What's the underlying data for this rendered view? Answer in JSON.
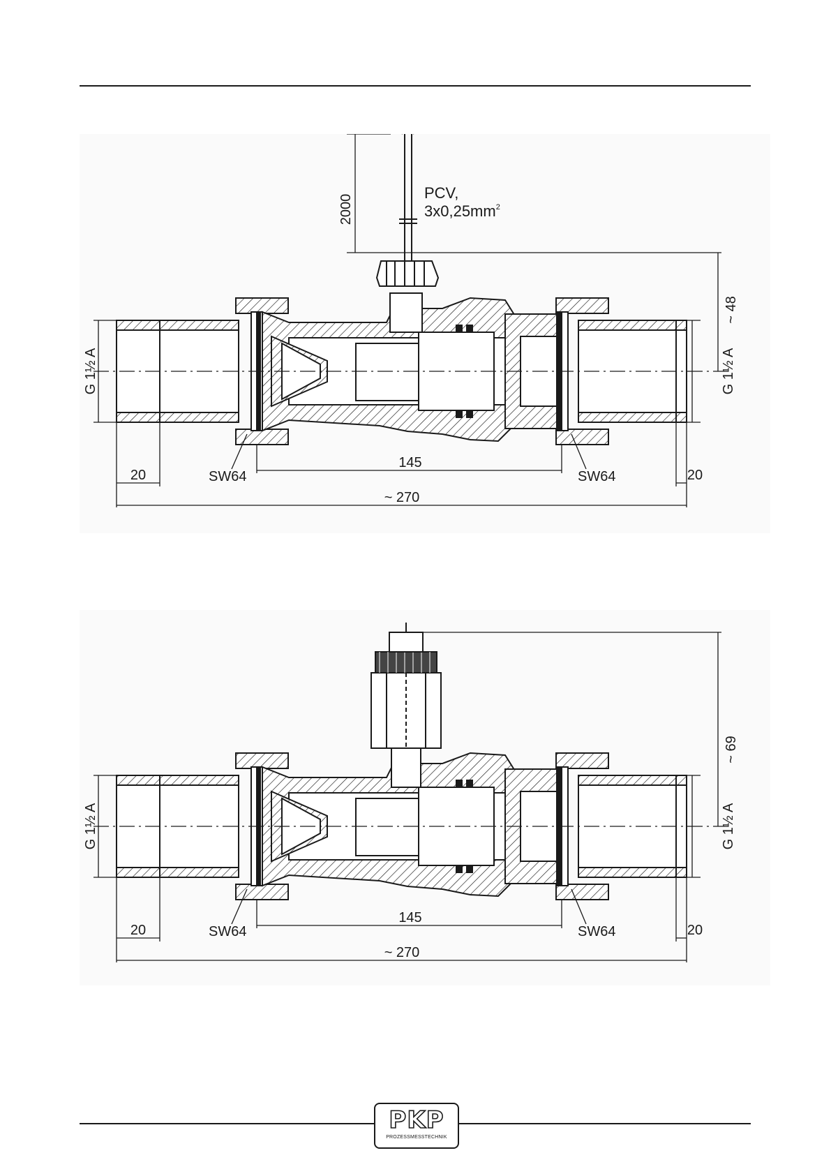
{
  "drawings": [
    {
      "cable": {
        "length": "2000",
        "spec_line1": "PCV,",
        "spec_line2": "3x0,25mm",
        "spec_sup": "2"
      },
      "height_label": "~ 48",
      "thread_left": "G 1½ A",
      "thread_right": "G 1½ A",
      "wrench_left": "SW64",
      "wrench_right": "SW64",
      "dim_left": "20",
      "dim_center": "145",
      "dim_right": "20",
      "dim_total": "~ 270"
    },
    {
      "height_label": "~ 69",
      "thread_left": "G 1½ A",
      "thread_right": "G 1½ A",
      "wrench_left": "SW64",
      "wrench_right": "SW64",
      "dim_left": "20",
      "dim_center": "145",
      "dim_right": "20",
      "dim_total": "~ 270"
    }
  ],
  "logo": {
    "mark": "PKP",
    "subtitle": "PROZESSMESSTECHNIK"
  }
}
